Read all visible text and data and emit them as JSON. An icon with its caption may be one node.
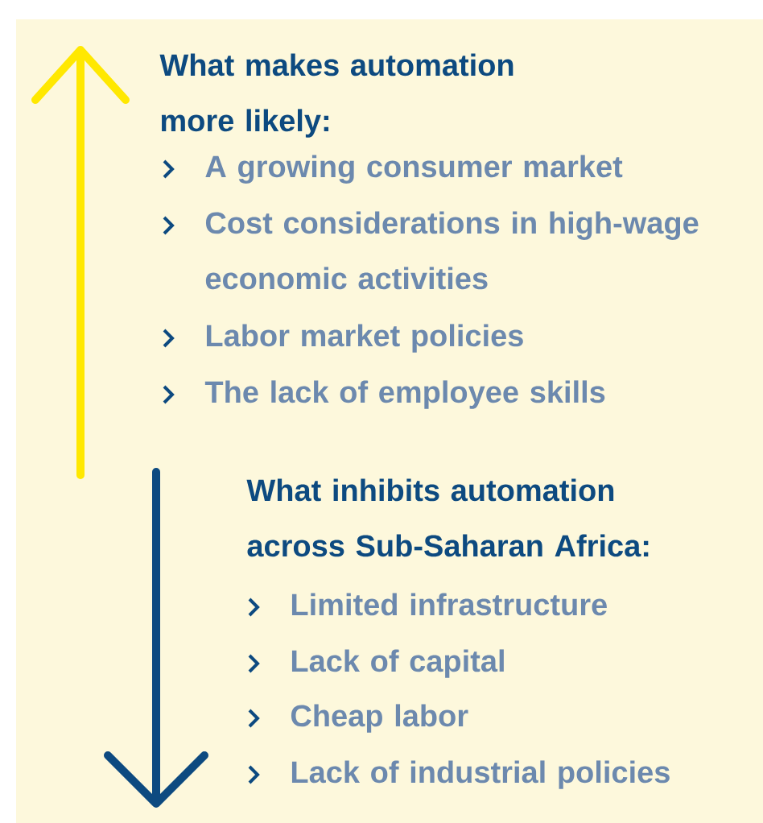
{
  "diagram": {
    "labels": [
      "What makes automation more likely:",
      "A growing consumer market",
      "Cost considerations in high-wage economic activities",
      "Labor market policies",
      "The lack of employee skills",
      "What inhibits automation across Sub-Saharan Africa:",
      "Limited infrastructure",
      "Lack of capital",
      "Cheap labor",
      "Lack of industrial policies"
    ]
  }
}
